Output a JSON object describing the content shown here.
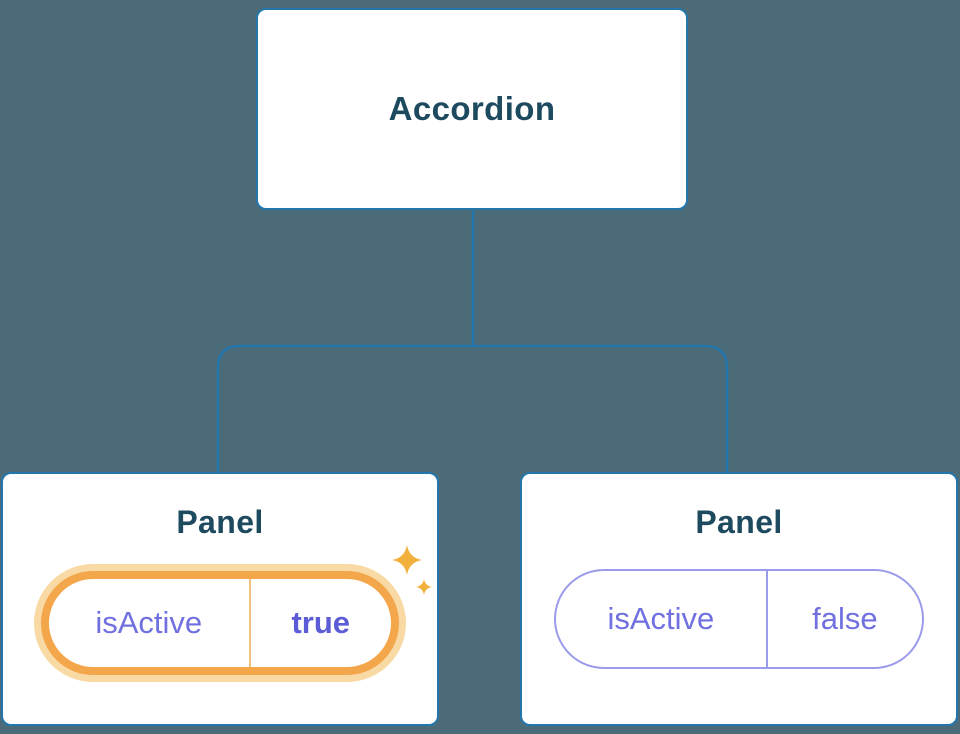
{
  "diagram": {
    "root": {
      "title": "Accordion"
    },
    "panels": [
      {
        "title": "Panel",
        "state": {
          "key": "isActive",
          "value": "true"
        },
        "highlighted": true
      },
      {
        "title": "Panel",
        "state": {
          "key": "isActive",
          "value": "false"
        },
        "highlighted": false
      }
    ]
  },
  "icons": {
    "sparkle": "four-point-star"
  },
  "colors": {
    "background": "#4C6B78",
    "card_background": "#FFFFFF",
    "card_border": "#2477AD",
    "connector_line": "#2477AD",
    "title_text": "#1E4A60",
    "state_text": "#7070E0",
    "state_value_active_text": "#5C5CD6",
    "state_pill_border": "#9B9BEC",
    "active_highlight_border": "#F3A64A",
    "active_highlight_glow": "#F9D9A4",
    "sparkle": "#F2B13D"
  }
}
